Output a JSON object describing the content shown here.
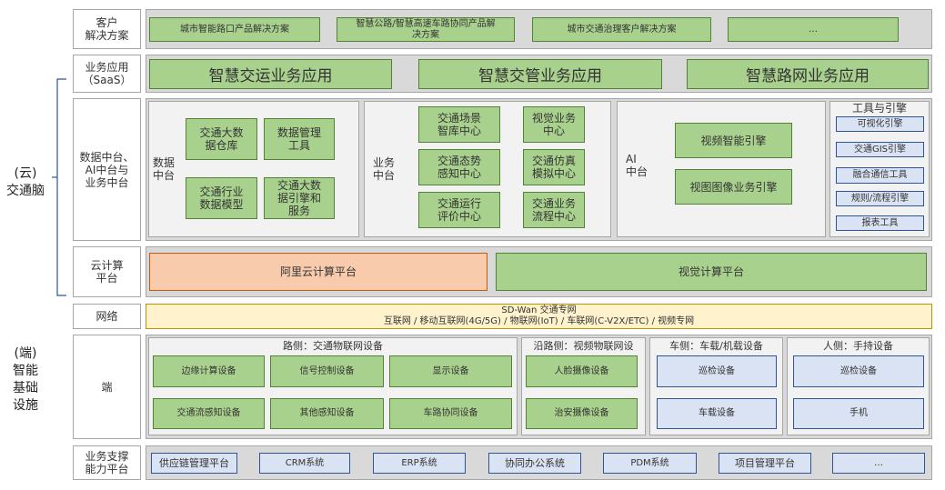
{
  "side": {
    "cloud": [
      "(云)",
      "交通脑"
    ],
    "edge": [
      "(端)",
      "智能",
      "基础",
      "设施"
    ]
  },
  "customer": {
    "label": [
      "客户",
      "解决方案"
    ],
    "items": [
      "城市智能路口产品解决方案",
      [
        "智慧公路/智慧高速车路协同产品解",
        "决方案"
      ],
      "城市交通治理客户解决方案",
      "…"
    ]
  },
  "saas": {
    "label": [
      "业务应用",
      "（SaaS）"
    ],
    "items": [
      "智慧交运业务应用",
      "智慧交管业务应用",
      "智慧路网业务应用"
    ]
  },
  "middle": {
    "label": [
      "数据中台、",
      "AI中台与",
      "业务中台"
    ],
    "data": {
      "title": [
        "数据",
        "中台"
      ],
      "boxes": [
        [
          "交通大数",
          "据仓库"
        ],
        [
          "数据管理",
          "工具"
        ],
        [
          "交通行业",
          "数据模型"
        ],
        [
          "交通大数",
          "据引擎和",
          "服务"
        ]
      ]
    },
    "biz": {
      "title": [
        "业务",
        "中台"
      ],
      "boxes": [
        [
          "交通场景",
          "智库中心"
        ],
        [
          "视觉业务",
          "中心"
        ],
        [
          "交通态势",
          "感知中心"
        ],
        [
          "交通仿真",
          "模拟中心"
        ],
        [
          "交通运行",
          "评价中心"
        ],
        [
          "交通业务",
          "流程中心"
        ]
      ]
    },
    "ai": {
      "title": [
        "AI",
        "中台"
      ],
      "boxes": [
        "视频智能引擎",
        "视图图像业务引擎"
      ]
    },
    "tools": {
      "title": "工具与引擎",
      "items": [
        "可视化引擎",
        "交通GIS引擎",
        "融合通信工具",
        "规则/流程引擎",
        "报表工具"
      ]
    }
  },
  "cloud": {
    "label": [
      "云计算",
      "平台"
    ],
    "items": [
      "阿里云计算平台",
      "视觉计算平台"
    ]
  },
  "network": {
    "label": "网络",
    "lines": [
      "SD-Wan 交通专网",
      "互联网 / 移动互联网(4G/5G) / 物联网(IoT) / 车联网(C-V2X/ETC) / 视频专网"
    ]
  },
  "edge": {
    "label": "端",
    "road": {
      "title": "路侧：交通物联网设备",
      "items": [
        "边缘计算设备",
        "信号控制设备",
        "显示设备",
        "交通流感知设备",
        "其他感知设备",
        "车路协同设备"
      ]
    },
    "along": {
      "title": "沿路侧：视频物联网设",
      "items": [
        "人脸摄像设备",
        "治安摄像设备"
      ]
    },
    "vehicle": {
      "title": "车侧：车载/机载设备",
      "items": [
        "巡检设备",
        "车载设备"
      ]
    },
    "person": {
      "title": "人侧：手持设备",
      "items": [
        "巡检设备",
        "手机"
      ]
    }
  },
  "support": {
    "label": [
      "业务支撑",
      "能力平台"
    ],
    "items": [
      "供应链管理平台",
      "CRM系统",
      "ERP系统",
      "协同办公系统",
      "PDM系统",
      "项目管理平台",
      "…"
    ]
  },
  "colors": {
    "green": "#a9d18e",
    "blue": "#dae3f3",
    "orange": "#f8cbad",
    "yellow": "#fff2cc",
    "gray": "#d9d9d9"
  }
}
